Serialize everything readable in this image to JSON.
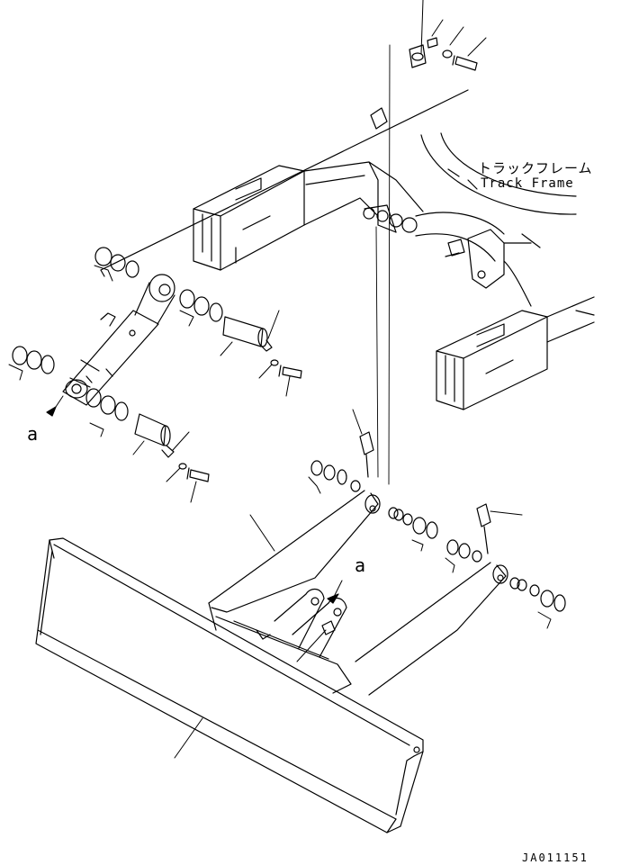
{
  "diagram": {
    "labels": {
      "track_frame_jp": "トラックフレーム",
      "track_frame_en": "Track Frame",
      "ref_a_left": "a",
      "ref_a_center": "a",
      "drawing_code": "JA011151"
    }
  }
}
